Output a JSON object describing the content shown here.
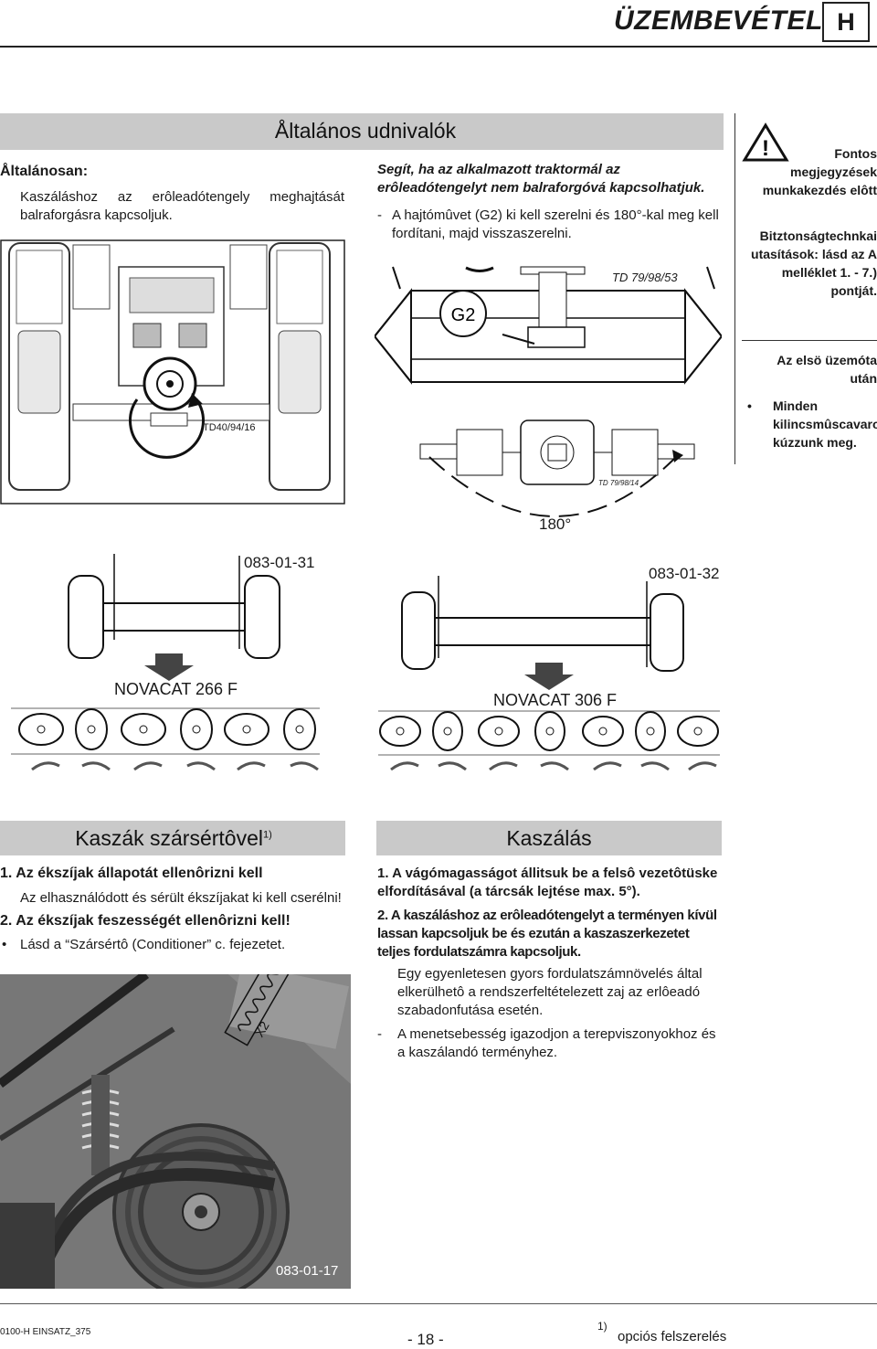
{
  "header": {
    "title": "ÜZEMBEVÉTEL",
    "lang": "H"
  },
  "general": {
    "section_title": "Åltalános udnivalók",
    "left_heading": "Åltalánosan:",
    "left_text": "Kaszáláshoz az erôleadótengely meghajtását balraforgásra kapcsoljuk.",
    "middle_bold": "Segít, ha az alkalmazott traktormál az erôleadótengelyt nem balraforgóvá kapcsolhatjuk.",
    "middle_dash": "A hajtómûvet (G2) ki kell szerelni és 180°-kal meg kell fordítani, majd visszaszerelni."
  },
  "sidebar": {
    "warning_text": "Fontos megjegyzések munkakezdés elôtt",
    "safety_text": "Bitztonságtechnkai utasítások: lásd az A melléklet 1. - 7.) pontját.",
    "after_first": "Az elsö üzemóta után",
    "bullet": "Minden kilincsmûscavarozást kúzzunk meg."
  },
  "figures": {
    "tractor_code": "TD40/94/16",
    "gearbox_code": "TD 79/98/53",
    "gearbox_label": "G2",
    "gearbox_code2": "TD 79/98/14",
    "rotation_label": "180°",
    "left_code": "083-01-31",
    "right_code": "083-01-32",
    "left_model": "NOVACAT 266 F",
    "right_model": "NOVACAT 306 F",
    "photo_code": "083-01-17",
    "photo_label": "X2"
  },
  "conditioner": {
    "title": "Kaszák szársértôvel",
    "title_sup": "1)",
    "item1_title": "1. Az ékszíjak állapotát ellenôrizni kell",
    "item1_text": "Az elhasználódott és sérült ékszíjakat ki kell cserélni!",
    "item2_title": "2. Az ékszíjak feszességét ellenôrizni kell!",
    "bullet": "Lásd a “Szársértô (Conditioner” c. fejezetet."
  },
  "mowing": {
    "title": "Kaszálás",
    "item1": "1. A vágómagasságot állitsuk be a felsô vezetôtüske elfordításával (a tárcsák lejtése max. 5°).",
    "item2": "2. A kaszáláshoz az erôleadótengelyt a terményen kívül lassan kapcsoljuk be és ezután a kaszaszerkezetet teljes fordulatszámra kapcsoljuk.",
    "para": "Egy egyenletesen gyors fordulatszámnövelés által elkerülhetô a rendszerfeltételezett zaj az erlôeadó szabadonfutása esetén.",
    "dash": "A menetsebesség igazodjon a terepviszonyokhoz és a kaszálandó terményhez."
  },
  "footer": {
    "doc_code": "0100-H EINSATZ_375",
    "page": "- 18 -",
    "footnote_mark": "1)",
    "footnote_text": "opciós felszerelés"
  }
}
